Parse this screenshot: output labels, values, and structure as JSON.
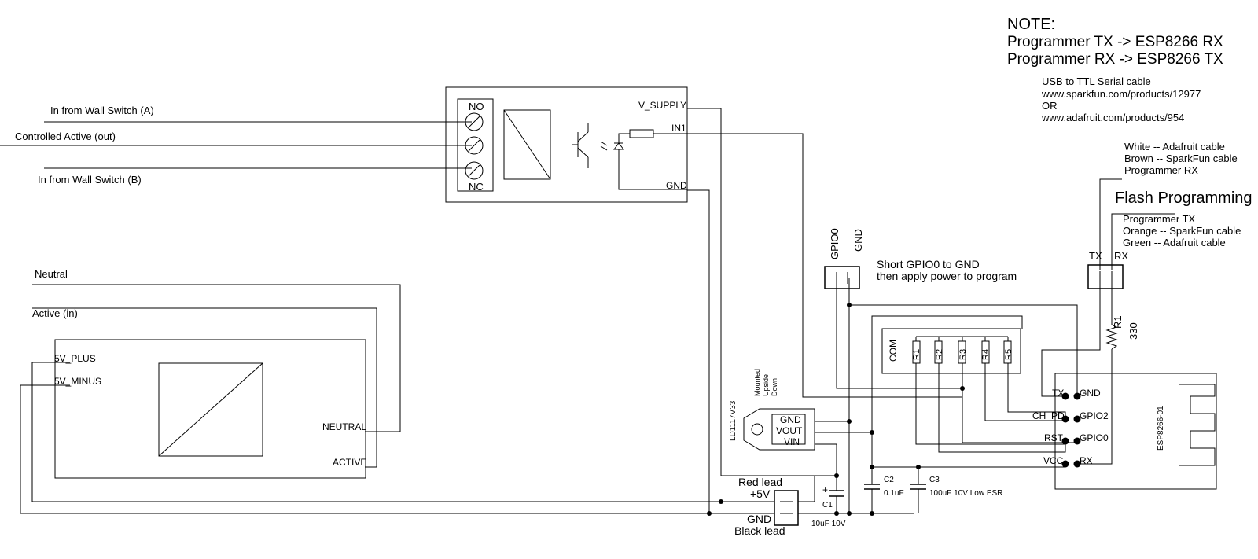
{
  "note": {
    "title": "NOTE:",
    "line1": "Programmer TX -> ESP8266 RX",
    "line2": "Programmer RX -> ESP8266 TX"
  },
  "cable": {
    "line1": "USB to TTL Serial cable",
    "line2": "www.sparkfun.com/products/12977",
    "line3": "OR",
    "line4": "www.adafruit.com/products/954"
  },
  "rx_wire": {
    "line1": "White -- Adafruit cable",
    "line2": "Brown -- SparkFun cable",
    "line3": "Programmer RX"
  },
  "flash_title": "Flash Programming",
  "tx_wire": {
    "line1": "Programmer TX",
    "line2": "Orange -- SparkFun cable",
    "line3": "Green -- Adafruit cable"
  },
  "wall": {
    "switch_a": "In from Wall Switch (A)",
    "controlled": "Controlled Active (out)",
    "switch_b": "In from Wall Switch (B)"
  },
  "mains": {
    "neutral": "Neutral",
    "active_in": "Active (in)"
  },
  "relay": {
    "no": "NO",
    "nc": "NC",
    "v_supply": "V_SUPPLY",
    "in1": "IN1",
    "gnd": "GND"
  },
  "psu": {
    "plus": "5V_PLUS",
    "minus": "5V_MINUS",
    "neutral": "NEUTRAL",
    "active": "ACTIVE"
  },
  "prog_header": {
    "pin1": "GPIO0",
    "pin2": "GND",
    "note1": "Short GPIO0 to GND",
    "note2": "then apply power to program"
  },
  "serial_header": {
    "tx": "TX",
    "rx": "RX"
  },
  "resistor": {
    "ref": "R1",
    "value": "330"
  },
  "rnet": {
    "com": "COM",
    "pins": [
      "R1",
      "R2",
      "R3",
      "R4",
      "R5"
    ]
  },
  "esp": {
    "name": "ESP8266-01",
    "tx": "TX",
    "gnd": "GND",
    "ch_pd": "CH_PD",
    "gpio2": "GPIO2",
    "rst": "RST",
    "gpio0": "GPIO0",
    "vcc": "VCC",
    "rx": "RX"
  },
  "regulator": {
    "part": "LD1117V33",
    "mount1": "Mounted",
    "mount2": "Upside",
    "mount3": "Down",
    "gnd": "GND",
    "vout": "VOUT",
    "vin": "VIN"
  },
  "power_in": {
    "red": "Red lead",
    "plus5": "+5V",
    "gnd": "GND",
    "black": "Black lead"
  },
  "caps": {
    "c1_ref": "C1",
    "c1_val": "10uF 10V",
    "c1_plus": "+",
    "c2_ref": "C2",
    "c2_val": "0.1uF",
    "c3_ref": "C3",
    "c3_val": "100uF 10V Low ESR"
  }
}
